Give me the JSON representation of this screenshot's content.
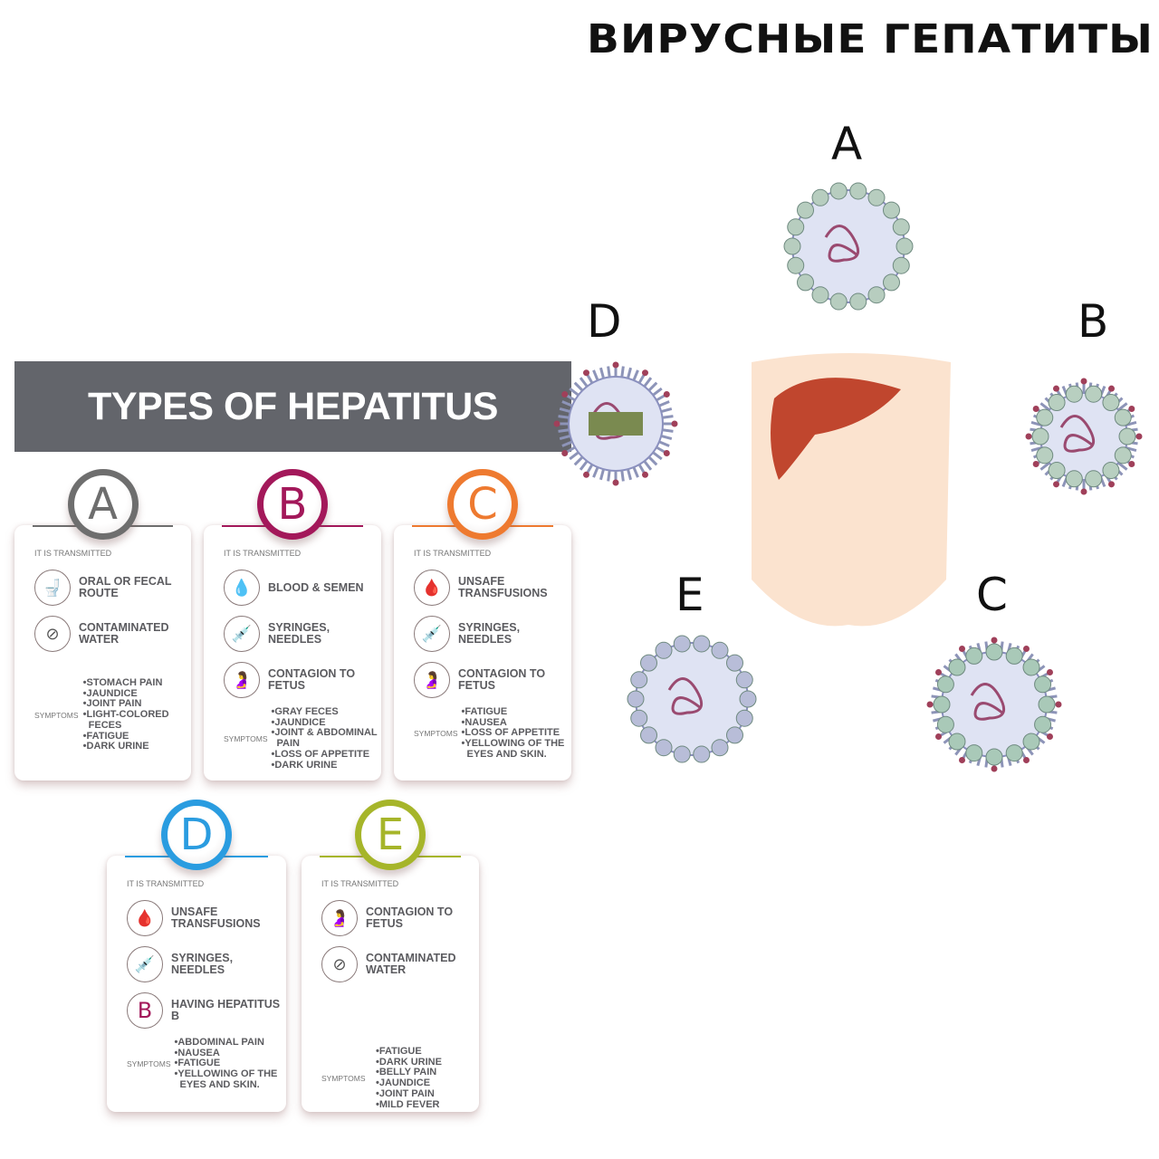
{
  "left_title": "TYPES OF HEPATITUS",
  "right_title": "ВИРУСНЫЕ ГЕПАТИТЫ",
  "transmitted_label": "IT IS TRANSMITTED",
  "symptoms_label": "SYMPTOMS",
  "colors": {
    "A": "#6e6e6e",
    "B": "#a3185a",
    "C": "#ee7a30",
    "D": "#2a9ce0",
    "E": "#a6b52a"
  },
  "cards": [
    {
      "letter": "A",
      "routes": [
        {
          "icon": "toilet-icon",
          "label": "ORAL OR FECAL ROUTE"
        },
        {
          "icon": "contaminated-water-icon",
          "label": "CONTAMINATED WATER"
        }
      ],
      "symptoms": [
        "STOMACH PAIN",
        "JAUNDICE",
        "JOINT PAIN",
        "LIGHT-COLORED FECES",
        "FATIGUE",
        "DARK URINE"
      ]
    },
    {
      "letter": "B",
      "routes": [
        {
          "icon": "blood-drop-icon",
          "label": "BLOOD & SEMEN"
        },
        {
          "icon": "syringe-icon",
          "label": "SYRINGES, NEEDLES"
        },
        {
          "icon": "pregnant-icon",
          "label": "CONTAGION TO FETUS"
        }
      ],
      "symptoms": [
        "GRAY FECES",
        "JAUNDICE",
        "JOINT & ABDOMINAL PAIN",
        "LOSS OF APPETITE",
        "DARK URINE"
      ]
    },
    {
      "letter": "C",
      "routes": [
        {
          "icon": "transfusion-icon",
          "label": "UNSAFE TRANSFUSIONS"
        },
        {
          "icon": "syringe-icon",
          "label": "SYRINGES, NEEDLES"
        },
        {
          "icon": "pregnant-icon",
          "label": "CONTAGION TO FETUS"
        }
      ],
      "symptoms": [
        "FATIGUE",
        "NAUSEA",
        "LOSS OF APPETITE",
        "YELLOWING OF THE EYES AND SKIN."
      ]
    },
    {
      "letter": "D",
      "routes": [
        {
          "icon": "transfusion-icon",
          "label": "UNSAFE TRANSFUSIONS"
        },
        {
          "icon": "syringe-icon",
          "label": "SYRINGES, NEEDLES"
        },
        {
          "icon": "hepatitis-b-icon",
          "label": "HAVING HEPATITUS B",
          "glyph": "B"
        }
      ],
      "symptoms": [
        "ABDOMINAL PAIN",
        "NAUSEA",
        "FATIGUE",
        "YELLOWING OF THE EYES AND SKIN."
      ]
    },
    {
      "letter": "E",
      "routes": [
        {
          "icon": "pregnant-icon",
          "label": "CONTAGION TO FETUS"
        },
        {
          "icon": "contaminated-water-icon",
          "label": "CONTAMINATED WATER"
        }
      ],
      "symptoms": [
        "FATIGUE",
        "DARK URINE",
        "BELLY PAIN",
        "JAUNDICE",
        "JOINT PAIN",
        "MILD FEVER"
      ]
    }
  ],
  "virus_labels": {
    "A": "A",
    "B": "B",
    "C": "C",
    "D": "D",
    "E": "E"
  }
}
